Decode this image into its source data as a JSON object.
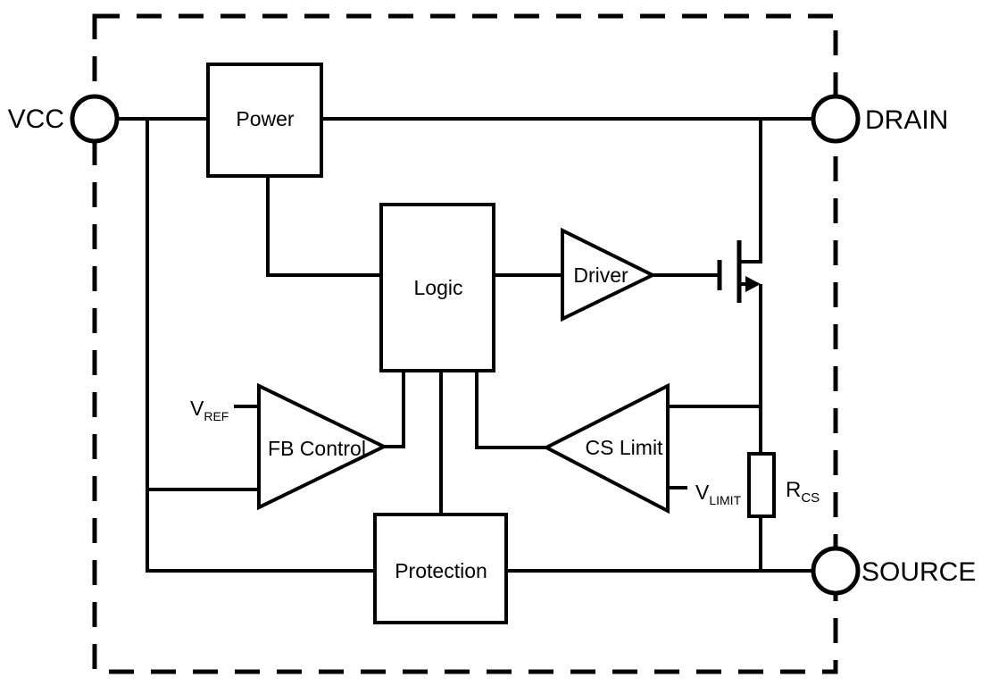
{
  "colors": {
    "line": "#000000",
    "background": "#ffffff"
  },
  "pins": {
    "vcc": "VCC",
    "drain": "DRAIN",
    "source": "SOURCE"
  },
  "blocks": {
    "power": "Power",
    "logic": "Logic",
    "driver": "Driver",
    "fb_control": "FB Control",
    "cs_limit": "CS Limit",
    "protection": "Protection"
  },
  "labels": {
    "vref": {
      "base": "V",
      "sub": "REF"
    },
    "vlimit": {
      "base": "V",
      "sub": "LIMIT"
    },
    "rcs": {
      "base": "R",
      "sub": "CS"
    }
  }
}
